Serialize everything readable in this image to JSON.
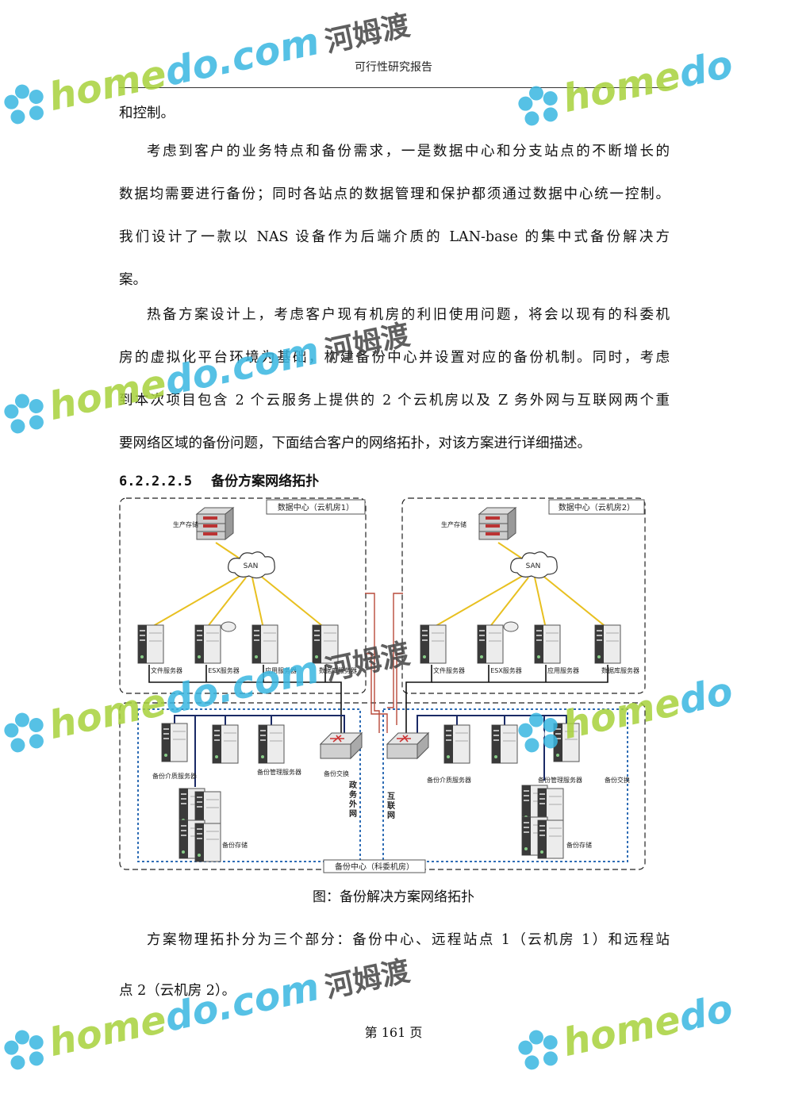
{
  "header": {
    "title": "可行性研究报告"
  },
  "paragraphs": [
    {
      "lines": [
        "和控制。"
      ]
    },
    {
      "lines": [
        "考虑到客户的业务特点和备份需求，一是数据中心和分支站点的不断增长的",
        "数据均需要进行备份；同时各站点的数据管理和保护都须通过数据中心统一控制。",
        "我们设计了一款以 NAS 设备作为后端介质的 LAN-base 的集中式备份解决方",
        "案。"
      ]
    },
    {
      "lines": [
        "热备方案设计上，考虑客户现有机房的利旧使用问题，将会以现有的科委机",
        "房的虚拟化平台环境为基础，构建备份中心并设置对应的备份机制。同时，考虑",
        "到本次项目包含 2 个云服务上提供的 2 个云机房以及 Z 务外网与互联网两个重",
        "要网络区域的备份问题，下面结合客户的网络拓扑，对该方案进行详细描述。"
      ]
    },
    {
      "lines": [
        "方案物理拓扑分为三个部分：备份中心、远程站点 1（云机房 1）和远程站",
        "点 2（云机房 2）。"
      ]
    }
  ],
  "section": {
    "number": "6.2.2.2.5",
    "title": "备份方案网络拓扑"
  },
  "diagram": {
    "dc1_label": "数据中心（云机房1）",
    "dc2_label": "数据中心（云机房2）",
    "prod_storage": "生产存储",
    "san": "SAN",
    "servers": [
      "文件服务器",
      "ESX服务器",
      "应用服务器",
      "数据库服务器"
    ],
    "left_backup_media": "备份介质服务器",
    "left_backup_mgmt": "备份管理服务器",
    "left_switch": "备份交换",
    "backup_storage": "备份存储",
    "gov_net": "政务外网",
    "internet": "互联网",
    "right_backup_media": "备份介质服务器",
    "right_backup_mgmt": "备份管理服务器",
    "right_switch": "备份交换",
    "backup_center": "备份中心（科委机房）"
  },
  "caption": "图：备份解决方案网络拓扑",
  "page_number": "第 161 页",
  "watermark": {
    "text_a": "home",
    "text_b": "do",
    "text_c": ".com",
    "cn": "河姆渡"
  },
  "colors": {
    "wm_green": "#a8d23c",
    "wm_blue": "#39b7e1",
    "dashed_blue": "#2f6db5",
    "link_red": "#b84a3a",
    "link_yellow": "#e8c020",
    "link_navy": "#1a2a66"
  }
}
